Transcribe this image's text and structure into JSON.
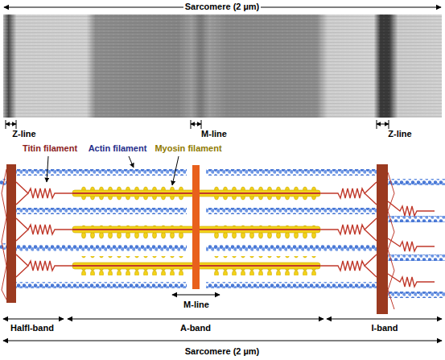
{
  "diagram": {
    "labels": [
      "Sarcomere (2 µm)",
      "Z-line",
      "Titin filament",
      "Actin filament",
      "Myosin filament",
      "M-line",
      "Z-line",
      "M-line",
      "Halfl-band",
      "A-band",
      "I-band",
      "Sarcomere (2 µm)"
    ]
  }
}
